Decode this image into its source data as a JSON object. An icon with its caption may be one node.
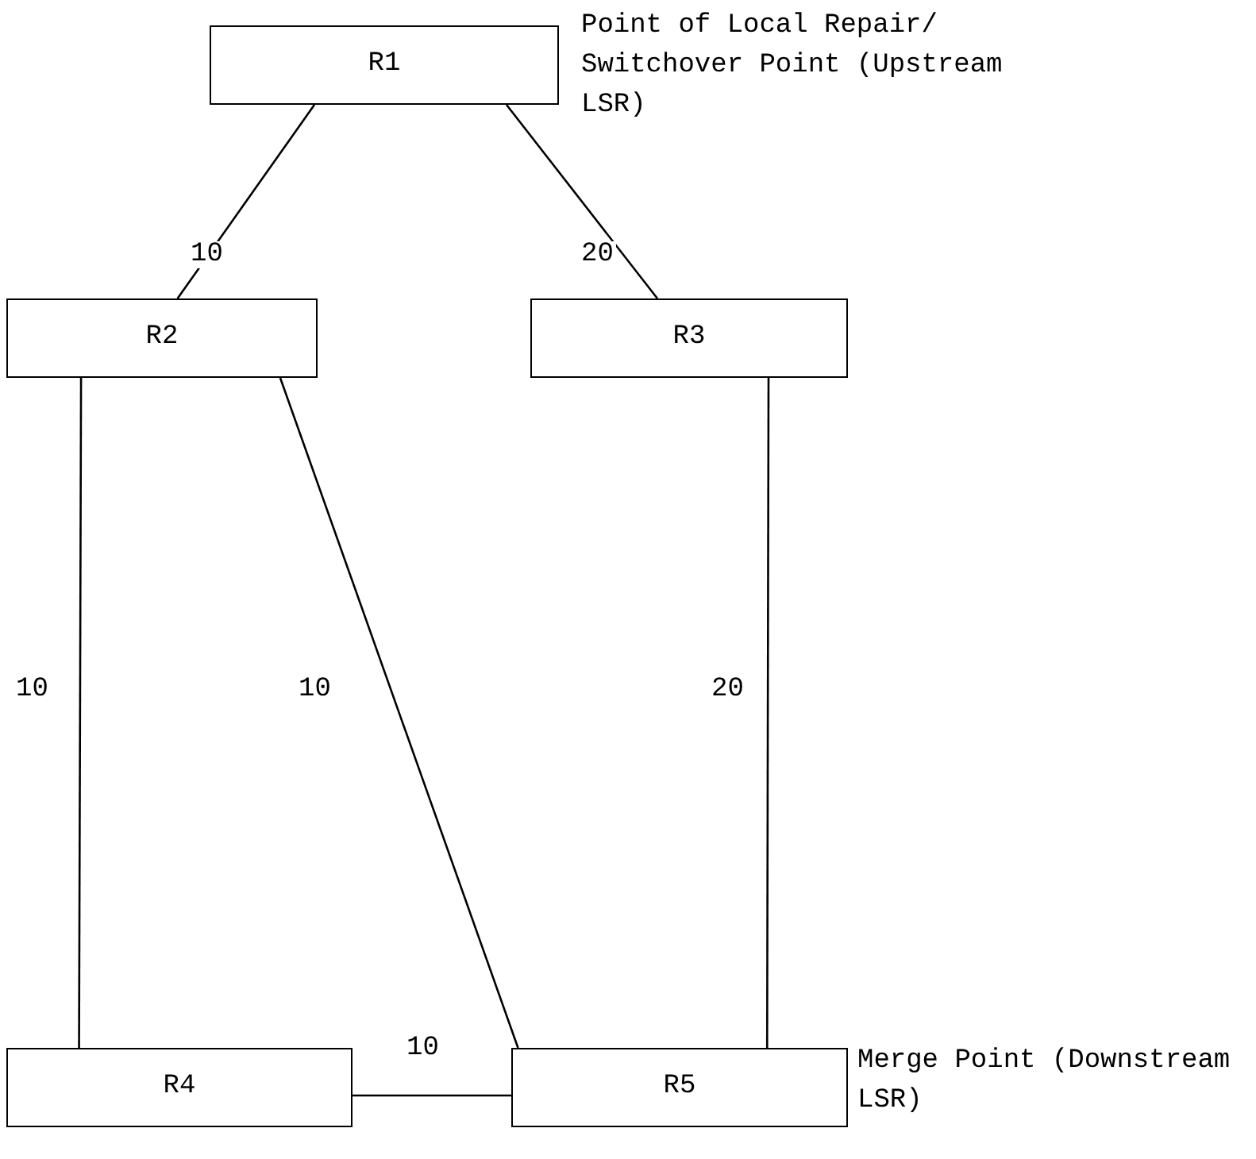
{
  "diagram": {
    "nodes": [
      {
        "text": [
          "R1"
        ],
        "beside": [
          "Point of Local Repair/ Switchover Point (Upstream LSR)"
        ]
      },
      {
        "text": [
          "R2"
        ]
      },
      {
        "text": [
          "R3"
        ]
      },
      {
        "text": [
          "R4"
        ]
      },
      {
        "text": [
          "R5"
        ],
        "beside": [
          "Merge Point (Downstream LSR)"
        ]
      }
    ],
    "edges": [
      {
        "from": 0,
        "to": 1,
        "arrow": "none",
        "label": "10"
      },
      {
        "from": 0,
        "to": 2,
        "arrow": "none",
        "label": "20"
      },
      {
        "from": 1,
        "to": 3,
        "arrow": "none",
        "label": "10"
      },
      {
        "from": 1,
        "to": 4,
        "arrow": "none",
        "label": "10"
      },
      {
        "from": 2,
        "to": 4,
        "arrow": "none",
        "label": "20"
      },
      {
        "from": 3,
        "to": 4,
        "arrow": "none",
        "label": "10"
      }
    ]
  }
}
